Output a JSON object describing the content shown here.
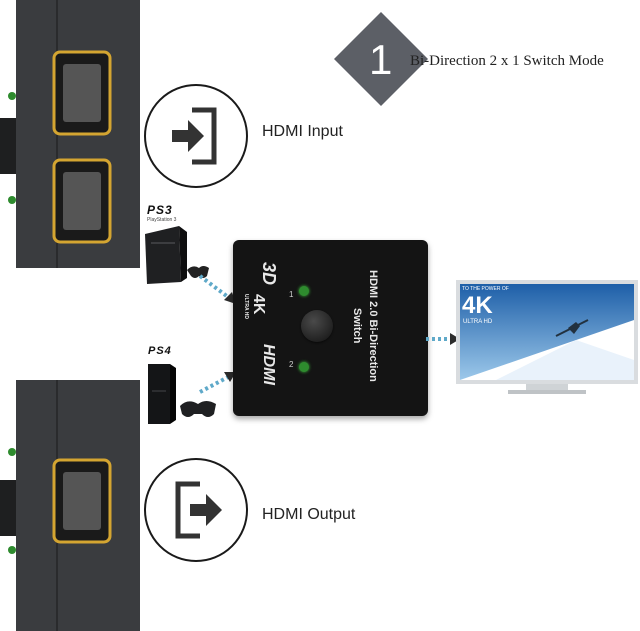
{
  "mode": {
    "number": "1",
    "title": "Bi-Direction 2 x 1 Switch Mode"
  },
  "labels": {
    "input": "HDMI Input",
    "output": "HDMI Output"
  },
  "sources": {
    "ps3_logo": "PS3",
    "ps3_sub": "PlayStation 3",
    "ps4_logo": "PS4"
  },
  "switch": {
    "line1": "HDMI 2.0 Bi-Direction",
    "line2": "Switch",
    "logo_3d": "3D",
    "logo_4k": "4K",
    "logo_4k_sub": "ULTRA HD",
    "logo_hdmi": "HDMI",
    "port1": "1",
    "port2": "2"
  },
  "tv": {
    "tagline": "TO THE POWER OF",
    "big": "4K",
    "sub": "ULTRA HD"
  },
  "colors": {
    "diamond": "#5c5f66",
    "panel": "#3a3c3f",
    "port_gold": "#d4a531",
    "led": "#2e8b2e",
    "arrow_dots": "#5fa9c9"
  }
}
